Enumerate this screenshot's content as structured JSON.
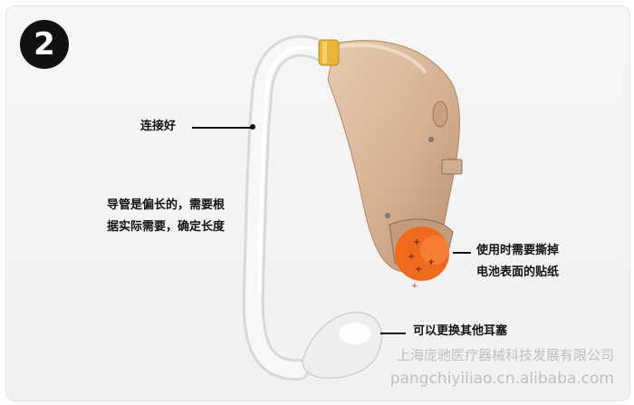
{
  "step": {
    "number": "2"
  },
  "callouts": {
    "connect": "连接好",
    "tube_line1": "导管是偏长的，需要根",
    "tube_line2": "据实际需要，确定长度",
    "battery_line1": "使用时需要撕掉",
    "battery_line2": "电池表面的贴纸",
    "eartip": "可以更换其他耳塞"
  },
  "watermark": {
    "company": "上海庞驰医疗器械科技发展有限公司",
    "url": "pangchiyiliao.cn.alibaba.com"
  },
  "colors": {
    "device_body": "#d9b79a",
    "battery_sticker": "#f06a1e",
    "ring": "#e8b53a",
    "badge": "#111111"
  }
}
